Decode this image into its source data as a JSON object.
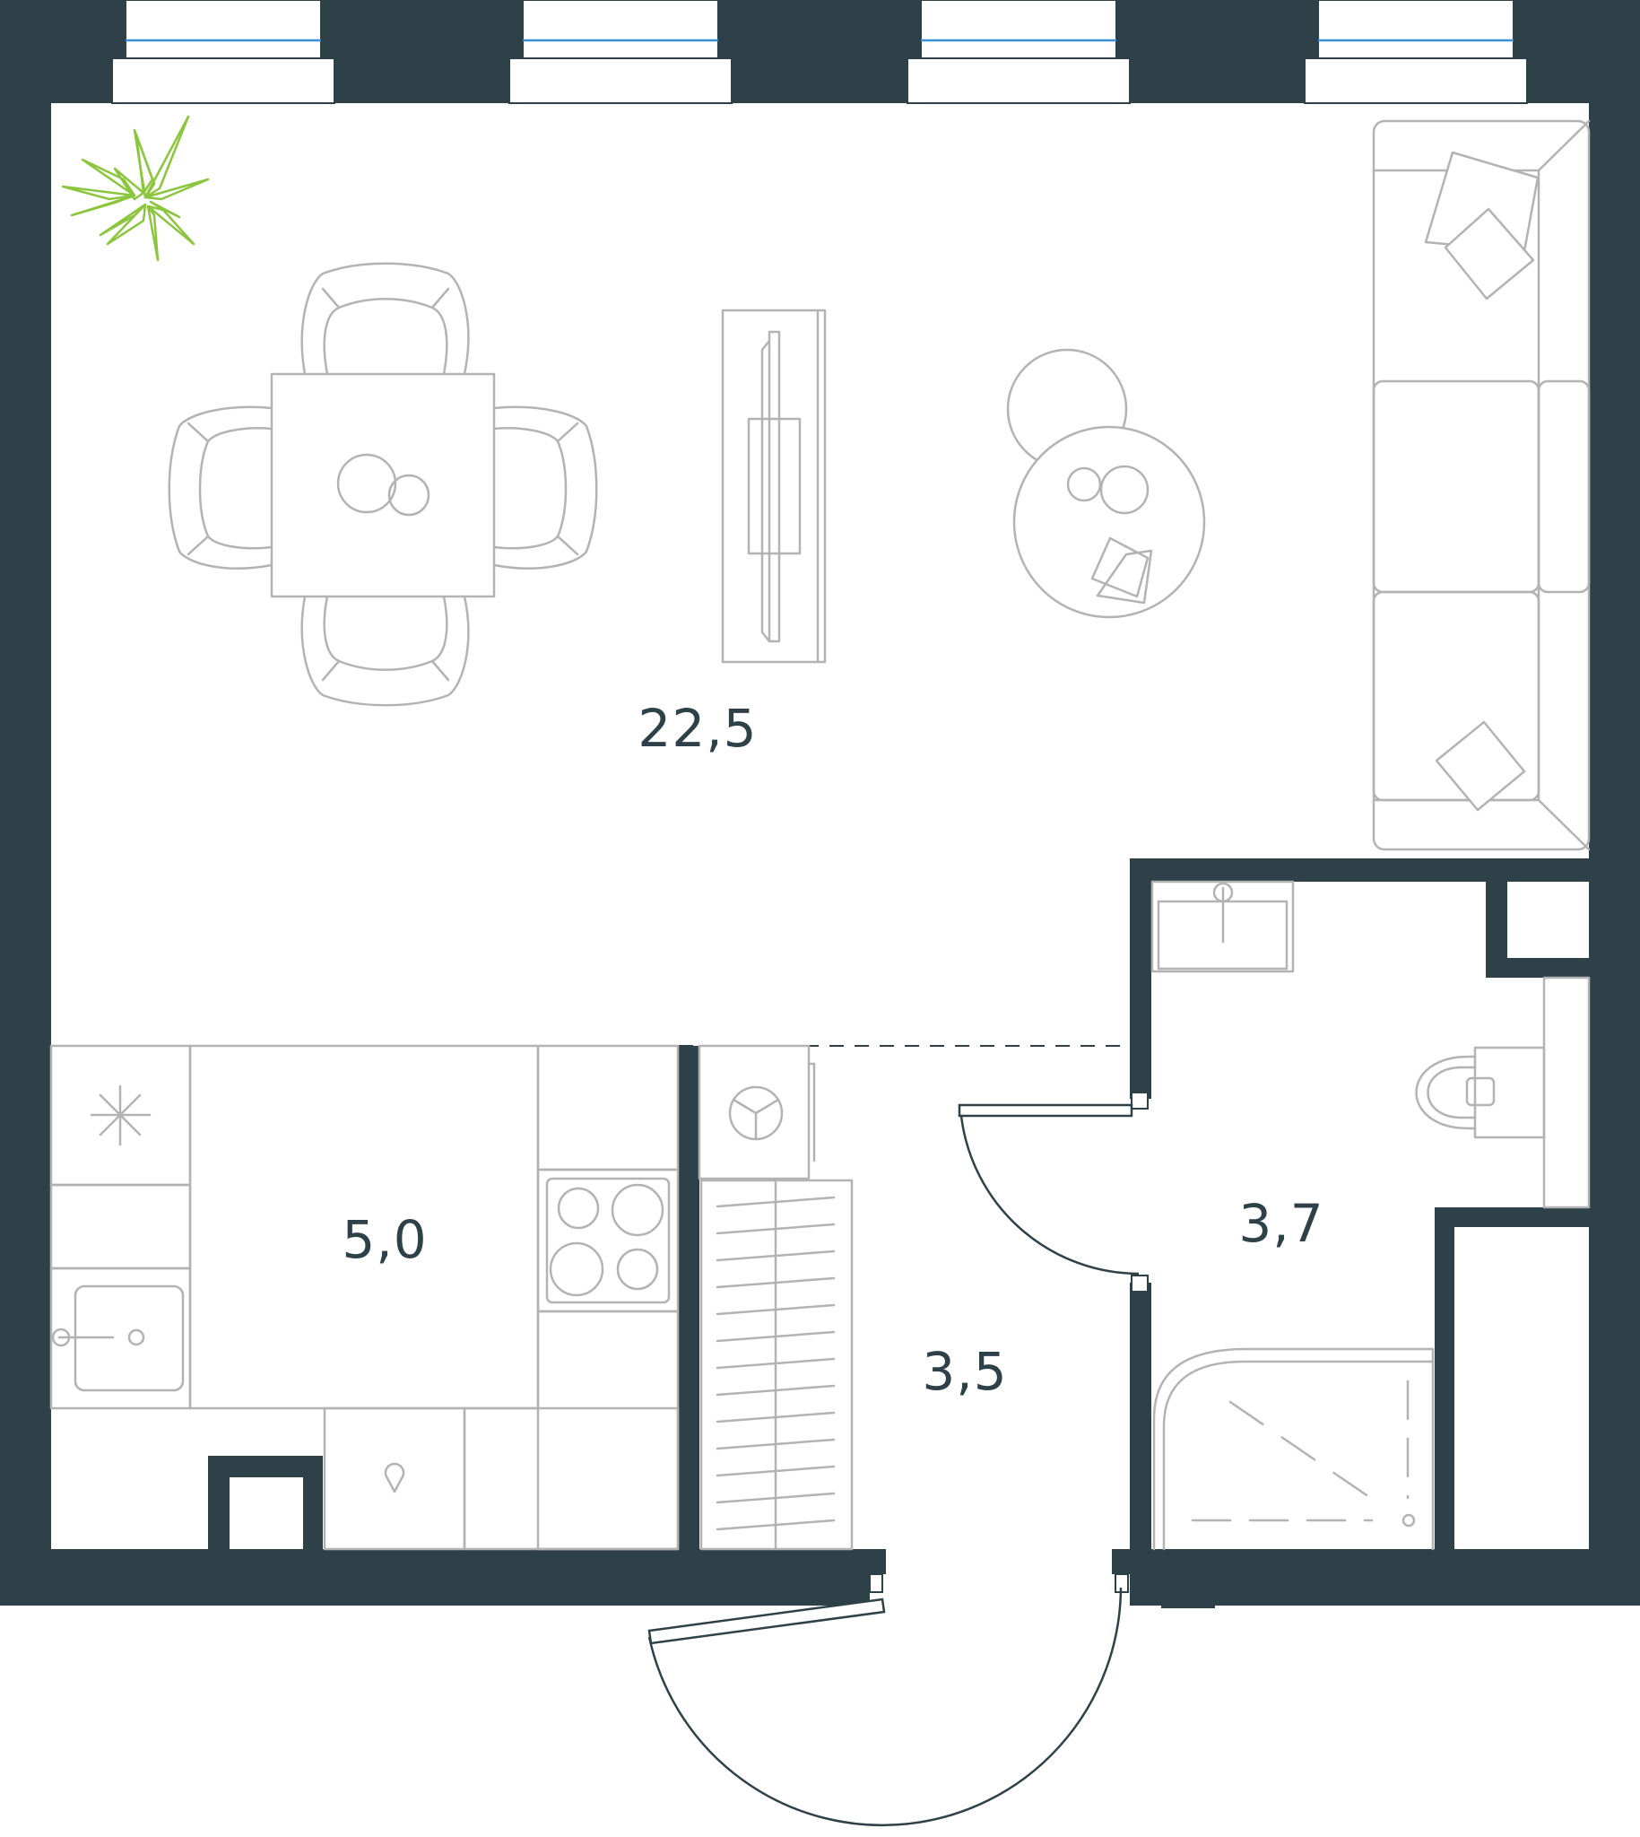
{
  "colors": {
    "wall": "#2e4149",
    "furniture": "#b3b3b3",
    "plant": "#8cc63f",
    "glass": "#3a8fd6",
    "background": "#ffffff"
  },
  "rooms": [
    {
      "id": "living-room",
      "area": "22,5"
    },
    {
      "id": "kitchen",
      "area": "5,0"
    },
    {
      "id": "hallway",
      "area": "3,5"
    },
    {
      "id": "bathroom",
      "area": "3,7"
    }
  ]
}
